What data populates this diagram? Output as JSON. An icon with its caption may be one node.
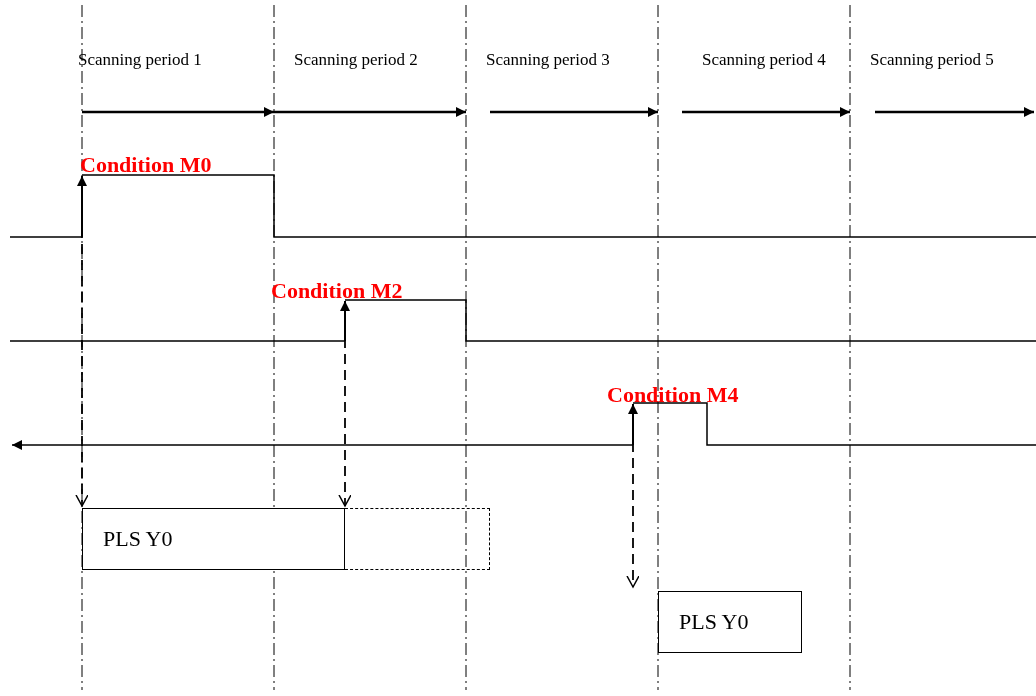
{
  "diagram": {
    "nodes": [
      {
        "text": [
          "Condition M0"
        ]
      },
      {
        "text": [
          "Condition M2"
        ]
      },
      {
        "text": [
          "Condition M4"
        ]
      },
      {
        "text": [
          "PLS Y0"
        ]
      },
      {
        "text": [],
        "shape": "box"
      },
      {
        "text": [
          "PLS Y0"
        ]
      }
    ],
    "edges": [
      {
        "from": 0,
        "to": 3,
        "arrow": "to",
        "style": "dashed"
      },
      {
        "from": 1,
        "to": 4,
        "arrow": "to",
        "style": "dashed"
      },
      {
        "from": 2,
        "to": 5,
        "arrow": "to",
        "style": "dashed"
      }
    ],
    "labels": [
      "Scanning period 1",
      "Scanning period 2",
      "Scanning period 3",
      "Scanning period 4",
      "Scanning period 5"
    ]
  }
}
